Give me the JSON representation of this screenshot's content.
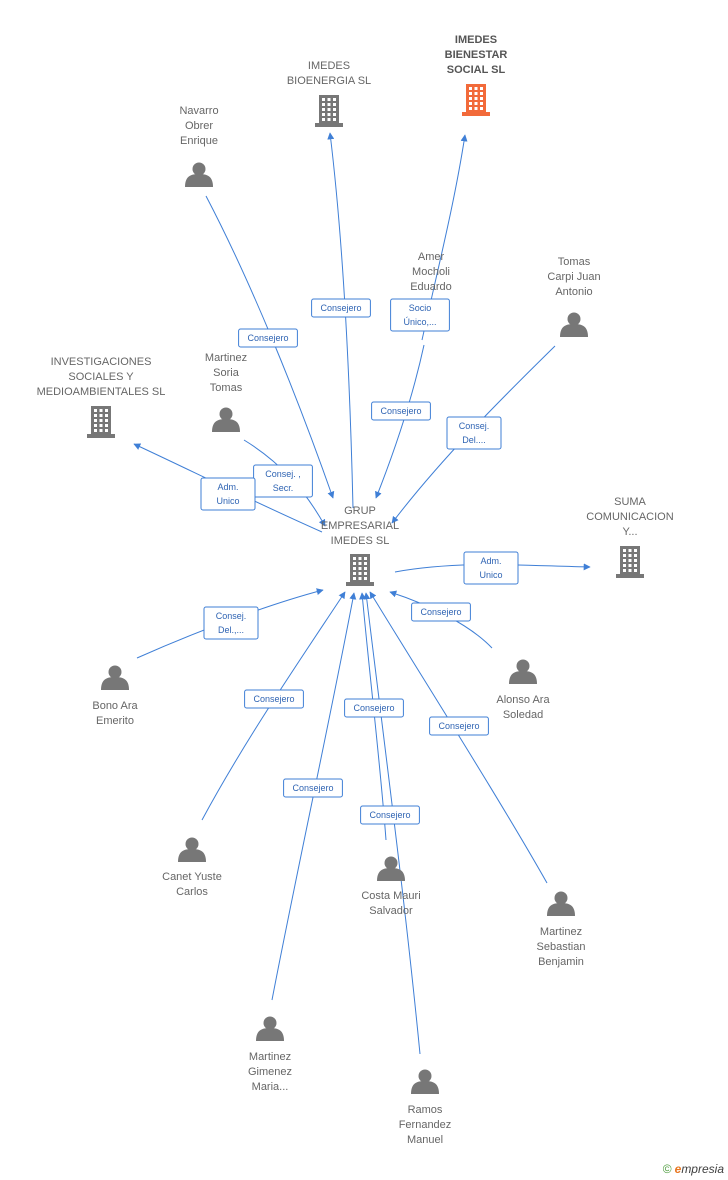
{
  "colors": {
    "edge": "#3f7fd6",
    "node": "#777777",
    "highlight": "#f26a3a",
    "label": "#666666"
  },
  "nodes": [
    {
      "id": "grup",
      "type": "company",
      "label": [
        "GRUP",
        "EMPRESARIAL",
        "IMEDES SL"
      ]
    },
    {
      "id": "bioenergia",
      "type": "company",
      "label": [
        "IMEDES",
        "BIOENERGIA SL"
      ]
    },
    {
      "id": "bienestar",
      "type": "company",
      "highlight": true,
      "label": [
        "IMEDES",
        "BIENESTAR",
        "SOCIAL SL"
      ]
    },
    {
      "id": "investigaciones",
      "type": "company",
      "label": [
        "INVESTIGACIONES",
        "SOCIALES Y",
        "MEDIOAMBIENTALES SL"
      ]
    },
    {
      "id": "suma",
      "type": "company",
      "label": [
        "SUMA",
        "COMUNICACION",
        "Y..."
      ]
    },
    {
      "id": "navarro",
      "type": "person",
      "label": [
        "Navarro",
        "Obrer",
        "Enrique"
      ]
    },
    {
      "id": "amer",
      "type": "person",
      "label": [
        "Amer",
        "Mocholi",
        "Eduardo"
      ]
    },
    {
      "id": "tomas",
      "type": "person",
      "label": [
        "Tomas",
        "Carpi Juan",
        "Antonio"
      ]
    },
    {
      "id": "martinezsoria",
      "type": "person",
      "label": [
        "Martinez",
        "Soria",
        "Tomas"
      ]
    },
    {
      "id": "bono",
      "type": "person",
      "label": [
        "Bono Ara",
        "Emerito"
      ]
    },
    {
      "id": "alonso",
      "type": "person",
      "label": [
        "Alonso Ara",
        "Soledad"
      ]
    },
    {
      "id": "canet",
      "type": "person",
      "label": [
        "Canet Yuste",
        "Carlos"
      ]
    },
    {
      "id": "costa",
      "type": "person",
      "label": [
        "Costa Mauri",
        "Salvador"
      ]
    },
    {
      "id": "martinezseb",
      "type": "person",
      "label": [
        "Martinez",
        "Sebastian",
        "Benjamin"
      ]
    },
    {
      "id": "martinezgim",
      "type": "person",
      "label": [
        "Martinez",
        "Gimenez",
        "Maria..."
      ]
    },
    {
      "id": "ramos",
      "type": "person",
      "label": [
        "Ramos",
        "Fernandez",
        "Manuel"
      ]
    }
  ],
  "edges": [
    {
      "from": "grup",
      "to": "bioenergia",
      "label": [
        "Consejero"
      ]
    },
    {
      "from": "amer",
      "to": "bienestar",
      "label": [
        "Socio",
        "Único,..."
      ]
    },
    {
      "from": "navarro",
      "to": "grup",
      "label": [
        "Consejero"
      ]
    },
    {
      "from": "amer",
      "to": "grup",
      "label": [
        "Consejero"
      ]
    },
    {
      "from": "tomas",
      "to": "grup",
      "label": [
        "Consej.",
        "Del...."
      ]
    },
    {
      "from": "martinezsoria",
      "to": "grup",
      "label": [
        "Consej. ,",
        "Secr."
      ]
    },
    {
      "from": "grup",
      "to": "investigaciones",
      "label": [
        "Adm.",
        "Unico"
      ]
    },
    {
      "from": "grup",
      "to": "suma",
      "label": [
        "Adm.",
        "Unico"
      ]
    },
    {
      "from": "bono",
      "to": "grup",
      "label": [
        "Consej.",
        "Del.,..."
      ]
    },
    {
      "from": "alonso",
      "to": "grup",
      "label": [
        "Consejero"
      ]
    },
    {
      "from": "canet",
      "to": "grup",
      "label": [
        "Consejero"
      ]
    },
    {
      "from": "martinezgim",
      "to": "grup",
      "label": [
        "Consejero"
      ]
    },
    {
      "from": "costa",
      "to": "grup",
      "label": [
        "Consejero"
      ]
    },
    {
      "from": "martinezseb",
      "to": "grup",
      "label": [
        "Consejero"
      ]
    },
    {
      "from": "ramos",
      "to": "grup",
      "label": [
        "Consejero"
      ]
    }
  ],
  "footer": {
    "copyright": "©",
    "brand_first": "e",
    "brand_rest": "mpresia"
  }
}
